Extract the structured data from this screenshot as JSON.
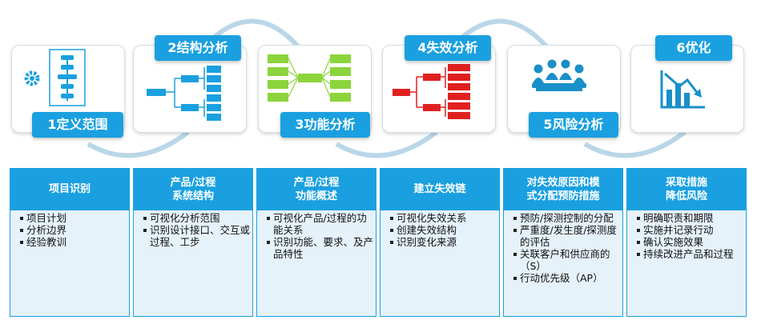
{
  "steps": [
    {
      "badge": "1定义范围",
      "icon": "gear-and-tree-icon"
    },
    {
      "badge": "2结构分析",
      "icon": "structure-tree-icon"
    },
    {
      "badge": "3功能分析",
      "icon": "function-network-icon"
    },
    {
      "badge": "4失效分析",
      "icon": "failure-chain-icon"
    },
    {
      "badge": "5风险分析",
      "icon": "team-meeting-icon"
    },
    {
      "badge": "6优化",
      "icon": "decline-chart-icon"
    }
  ],
  "columns": [
    {
      "head": [
        "项目识别"
      ],
      "items": [
        "项目计划",
        "分析边界",
        "经验教训"
      ]
    },
    {
      "head": [
        "产品/过程",
        "系统结构"
      ],
      "items": [
        "可视化分析范围",
        "识别设计接口、交互或过程、工步"
      ]
    },
    {
      "head": [
        "产品/过程",
        "功能概述"
      ],
      "items": [
        "可视化产品/过程的功能关系",
        "识别功能、要求、及产品特性"
      ]
    },
    {
      "head": [
        "建立失效链"
      ],
      "items": [
        "可视化失效关系",
        "创建失效结构",
        "识别变化来源"
      ]
    },
    {
      "head": [
        "对失效原因和模",
        "式分配预防措施"
      ],
      "items": [
        "预防/探测控制的分配",
        "严重度/发生度/探测度的评估",
        "关联客户和供应商的（S）",
        "行动优先级（AP）"
      ]
    },
    {
      "head": [
        "采取措施",
        "降低风险"
      ],
      "items": [
        "明确职责和期限",
        "实施并记录行动",
        "确认实施效果",
        "持续改进产品和过程"
      ]
    }
  ],
  "colors": {
    "accent": "#1aa0e0",
    "green": "#8cd43c",
    "red": "#e02020",
    "panel": "#e6f2fa"
  }
}
